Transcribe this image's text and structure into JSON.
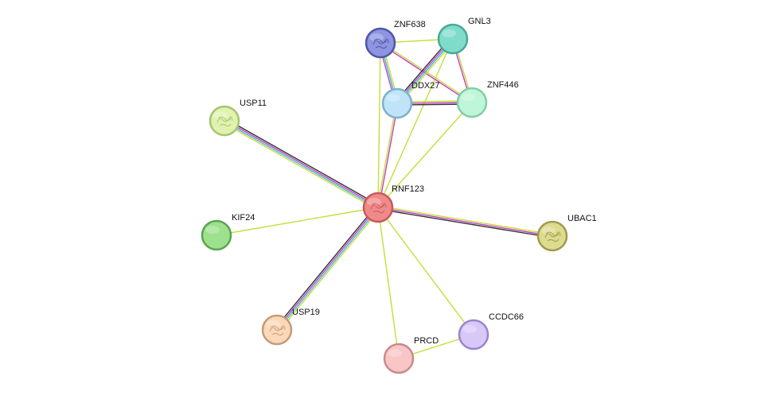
{
  "network": {
    "nodes": [
      {
        "id": "RNF123",
        "label": "RNF123",
        "color": "#f08a8a",
        "stroke": "#c85a5a",
        "structure": true
      },
      {
        "id": "ZNF638",
        "label": "ZNF638",
        "color": "#8d95e0",
        "stroke": "#4f56a8",
        "structure": true
      },
      {
        "id": "GNL3",
        "label": "GNL3",
        "color": "#7fdccb",
        "stroke": "#4aa896",
        "structure": false
      },
      {
        "id": "DDX27",
        "label": "DDX27",
        "color": "#bfe3f8",
        "stroke": "#7fb0cf",
        "structure": false
      },
      {
        "id": "ZNF446",
        "label": "ZNF446",
        "color": "#bff5d8",
        "stroke": "#7fcfa3",
        "structure": false
      },
      {
        "id": "USP11",
        "label": "USP11",
        "color": "#e0f2b0",
        "stroke": "#a6c46f",
        "structure": true
      },
      {
        "id": "KIF24",
        "label": "KIF24",
        "color": "#9de08e",
        "stroke": "#5aa54f",
        "structure": false
      },
      {
        "id": "UBAC1",
        "label": "UBAC1",
        "color": "#dcdb8e",
        "stroke": "#9f9b4f",
        "structure": true
      },
      {
        "id": "USP19",
        "label": "USP19",
        "color": "#fbd8b8",
        "stroke": "#c49b78",
        "structure": true
      },
      {
        "id": "PRCD",
        "label": "PRCD",
        "color": "#f9c6c6",
        "stroke": "#c98a8a",
        "structure": false
      },
      {
        "id": "CCDC66",
        "label": "CCDC66",
        "color": "#d8c8f8",
        "stroke": "#9a84cf",
        "structure": false
      }
    ],
    "edges": [
      {
        "source": "RNF123",
        "target": "USP11",
        "colors": [
          "#c6dd38",
          "#3eb8d6",
          "#c43fc4",
          "#333333"
        ]
      },
      {
        "source": "RNF123",
        "target": "USP19",
        "colors": [
          "#c6dd38",
          "#3eb8d6",
          "#c43fc4",
          "#333333"
        ]
      },
      {
        "source": "RNF123",
        "target": "UBAC1",
        "colors": [
          "#c6dd38",
          "#c43fc4",
          "#333333"
        ]
      },
      {
        "source": "RNF123",
        "target": "DDX27",
        "colors": [
          "#c6dd38",
          "#c43fc4"
        ]
      },
      {
        "source": "RNF123",
        "target": "ZNF638",
        "colors": [
          "#c6dd38"
        ]
      },
      {
        "source": "RNF123",
        "target": "GNL3",
        "colors": [
          "#c6dd38"
        ]
      },
      {
        "source": "RNF123",
        "target": "ZNF446",
        "colors": [
          "#c6dd38"
        ]
      },
      {
        "source": "RNF123",
        "target": "KIF24",
        "colors": [
          "#c6dd38"
        ]
      },
      {
        "source": "RNF123",
        "target": "PRCD",
        "colors": [
          "#c6dd38"
        ]
      },
      {
        "source": "RNF123",
        "target": "CCDC66",
        "colors": [
          "#c6dd38"
        ]
      },
      {
        "source": "PRCD",
        "target": "CCDC66",
        "colors": [
          "#c6dd38"
        ]
      },
      {
        "source": "ZNF638",
        "target": "GNL3",
        "colors": [
          "#c6dd38"
        ]
      },
      {
        "source": "ZNF638",
        "target": "DDX27",
        "colors": [
          "#c6dd38",
          "#3eb8d6",
          "#c43fc4"
        ]
      },
      {
        "source": "ZNF638",
        "target": "ZNF446",
        "colors": [
          "#c6dd38",
          "#c43fc4"
        ]
      },
      {
        "source": "GNL3",
        "target": "DDX27",
        "colors": [
          "#c6dd38",
          "#3eb8d6",
          "#c43fc4",
          "#333333"
        ]
      },
      {
        "source": "GNL3",
        "target": "ZNF446",
        "colors": [
          "#c6dd38",
          "#c43fc4"
        ]
      },
      {
        "source": "DDX27",
        "target": "ZNF446",
        "colors": [
          "#c6dd38",
          "#c43fc4",
          "#333333"
        ]
      }
    ]
  }
}
